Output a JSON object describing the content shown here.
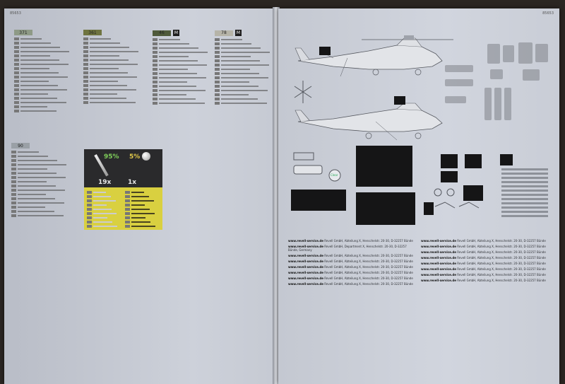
{
  "left_page": {
    "page_number": "85653",
    "paint_columns": [
      {
        "code": "371",
        "swatch_color": "#8e9a86",
        "badge": "",
        "lines": 18
      },
      {
        "code": "361",
        "swatch_color": "#6f7440",
        "badge": "",
        "lines": 16
      },
      {
        "code": "46",
        "swatch_color": "#4f5a3a",
        "badge": "M",
        "lines": 16
      },
      {
        "code": "78",
        "swatch_color": "#b6b4a8",
        "badge": "M",
        "lines": 16
      }
    ],
    "second_row": {
      "code": "90",
      "swatch_color": "#9aa0a6",
      "badge": "",
      "lines": 16
    },
    "mix_box": {
      "pct_left": "95%",
      "pct_right": "5%",
      "ratio_left": "19x",
      "ratio_right": "1x",
      "pct_left_color": "#7fcf5a",
      "pct_right_color": "#e0c84a"
    }
  },
  "right_page": {
    "page_number": "85653",
    "service_heading": "www.revell-service.de",
    "service_address": "Revell GmbH, Abteilung X, Henschelstr. 20-30, D-32257 Bünde",
    "service_address_uk": "Revell GmbH, Department X, Henschelstr. 20-30, D-32257 Bünde, Germany",
    "decal_label": "Clear"
  }
}
